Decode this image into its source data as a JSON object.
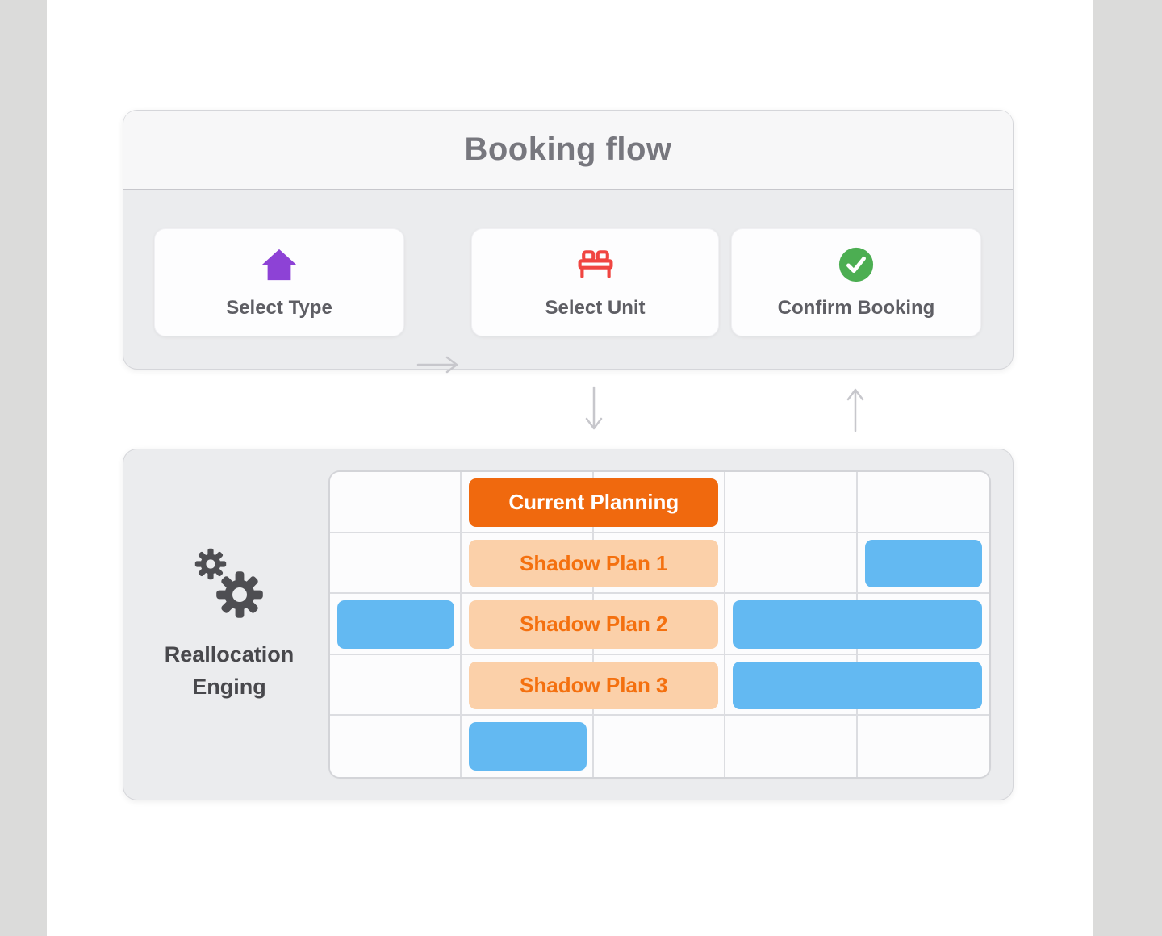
{
  "booking_flow": {
    "title": "Booking flow",
    "steps": [
      {
        "label": "Select Type",
        "icon": "house-icon"
      },
      {
        "label": "Select Unit",
        "icon": "bed-icon"
      },
      {
        "label": "Confirm Booking",
        "icon": "check-circle-icon"
      }
    ]
  },
  "reallocation_engine": {
    "icon": "gears-icon",
    "label_line1": "Reallocation",
    "label_line2": "Enging"
  },
  "planning_grid": {
    "columns": 5,
    "rows": 5,
    "bars": [
      {
        "name": "current-planning-bar",
        "label": "Current Planning",
        "style": "current",
        "row": 1,
        "col_start": 2,
        "col_end": 3
      },
      {
        "name": "shadow-plan-1-bar",
        "label": "Shadow Plan 1",
        "style": "shadow",
        "row": 2,
        "col_start": 2,
        "col_end": 3
      },
      {
        "name": "shadow-plan-2-bar",
        "label": "Shadow Plan 2",
        "style": "shadow",
        "row": 3,
        "col_start": 2,
        "col_end": 3
      },
      {
        "name": "shadow-plan-3-bar",
        "label": "Shadow Plan 3",
        "style": "shadow",
        "row": 4,
        "col_start": 2,
        "col_end": 3
      },
      {
        "name": "allocation-bar",
        "label": "",
        "style": "booking",
        "row": 2,
        "col_start": 5,
        "col_end": 5
      },
      {
        "name": "allocation-bar",
        "label": "",
        "style": "booking",
        "row": 3,
        "col_start": 1,
        "col_end": 1
      },
      {
        "name": "allocation-bar",
        "label": "",
        "style": "booking",
        "row": 3,
        "col_start": 4,
        "col_end": 5
      },
      {
        "name": "allocation-bar",
        "label": "",
        "style": "booking",
        "row": 4,
        "col_start": 4,
        "col_end": 5
      },
      {
        "name": "allocation-bar",
        "label": "",
        "style": "booking",
        "row": 5,
        "col_start": 2,
        "col_end": 2
      }
    ]
  },
  "colors": {
    "current_planning_bg": "#F0690E",
    "current_planning_text": "#FFFFFF",
    "shadow_plan_bg": "#FBD0A9",
    "shadow_plan_text": "#F4700F",
    "booking_bar_blue": "#63B9F2",
    "house_purple": "#8D42D6",
    "bed_red": "#F04541",
    "check_green": "#4CAE52",
    "arrow_gray": "#C7C7CC",
    "gear_gray": "#4E4E52"
  }
}
